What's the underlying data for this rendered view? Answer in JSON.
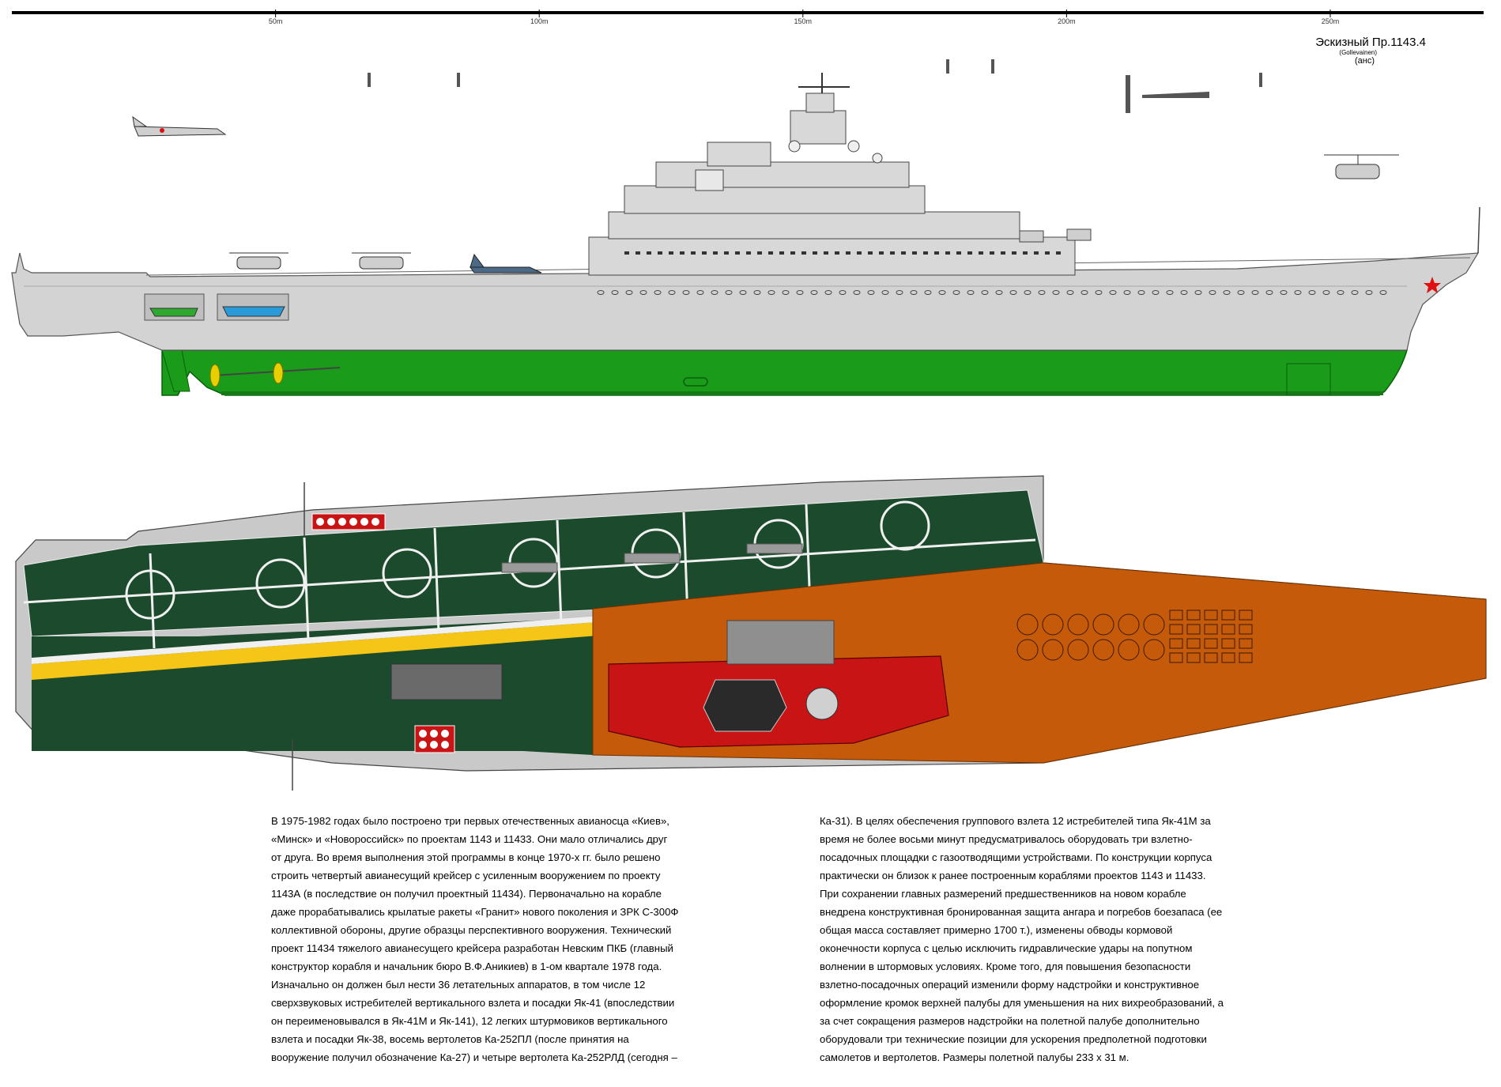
{
  "scale": {
    "ticks": [
      {
        "value": 50,
        "label": "50m"
      },
      {
        "value": 100,
        "label": "100m"
      },
      {
        "value": 150,
        "label": "150m"
      },
      {
        "value": 200,
        "label": "200m"
      },
      {
        "value": 250,
        "label": "250m"
      }
    ]
  },
  "title": {
    "line1": "Эскизный Пр.1143.4",
    "line2": "(Gollevainen)",
    "line3": "(анс)"
  },
  "colors": {
    "hull_gray": "#d3d3d3",
    "underwater_green": "#1a9c1a",
    "deck_dark_green": "#1c4a2c",
    "deck_stripe_yellow": "#f5c518",
    "bow_deck_orange": "#c45a0a",
    "island_red": "#c81414",
    "red_star": "#e01010",
    "propeller_yellow": "#e8d000"
  },
  "text_left": [
    "В 1975-1982 годах было построено три первых отечественных авианосца «Киев»,",
    "«Минск» и «Новороссийск» по проектам 1143 и 11433. Они мало отличались друг",
    "от друга. Во время выполнения этой программы в конце 1970-х гг. было решено",
    "строить четвертый авианесущий крейсер с усиленным вооружением по проекту",
    "1143А (в последствие он получил проектный  11434). Первоначально на корабле",
    "даже прорабатывались крылатые ракеты «Гранит» нового поколения и ЗРК С-300Ф",
    "коллективной обороны, другие образцы перспективного вооружения. Технический",
    "проект 11434 тяжелого авианесущего крейсера разработан Невским ПКБ (главный",
    "конструктор корабля и начальник бюро В.Ф.Аникиев) в 1-ом квартале 1978 года.",
    "Изначально он должен был нести 36 летательных аппаратов, в том числе 12",
    "сверхзвуковых истребителей вертикального взлета и посадки Як-41 (впоследствии",
    "он переименовывался в Як-41М и Як-141), 12 легких штурмовиков вертикального",
    "взлета и посадки Як-38, восемь вертолетов Ка-252ПЛ (после принятия на",
    "вооружение получил обозначение Ка-27) и четыре вертолета Ка-252РЛД (сегодня –"
  ],
  "text_right": [
    "Ка-31). В целях обеспечения группового взлета 12 истребителей типа Як-41М за",
    "время не более восьми минут предусматривалось оборудовать три взлетно-",
    "посадочных площадки с газоотводящими устройствами.  По конструкции корпуса",
    "практически он близок к ранее построенным кораблями проектов 1143 и 11433.",
    "При сохранении главных размерений предшественников на новом корабле",
    "внедрена конструктивная бронированная защита ангара и погребов боезапаса (ее",
    "общая масса составляет примерно 1700 т.), изменены обводы кормовой",
    "оконечности корпуса с целью исключить гидравлические удары на попутном",
    "волнении в штормовых условиях. Кроме того, для повышения безопасности",
    "взлетно-посадочных операций изменили форму надстройки и конструктивное",
    "оформление кромок верхней палубы для уменьшения на них вихреобразований, а",
    "за счет сокращения размеров надстройки на полетной палубе дополнительно",
    "оборудовали три технические позиции для ускорения предполетной подготовки",
    "самолетов и вертолетов. Размеры полетной палубы 233 x 31 м."
  ]
}
